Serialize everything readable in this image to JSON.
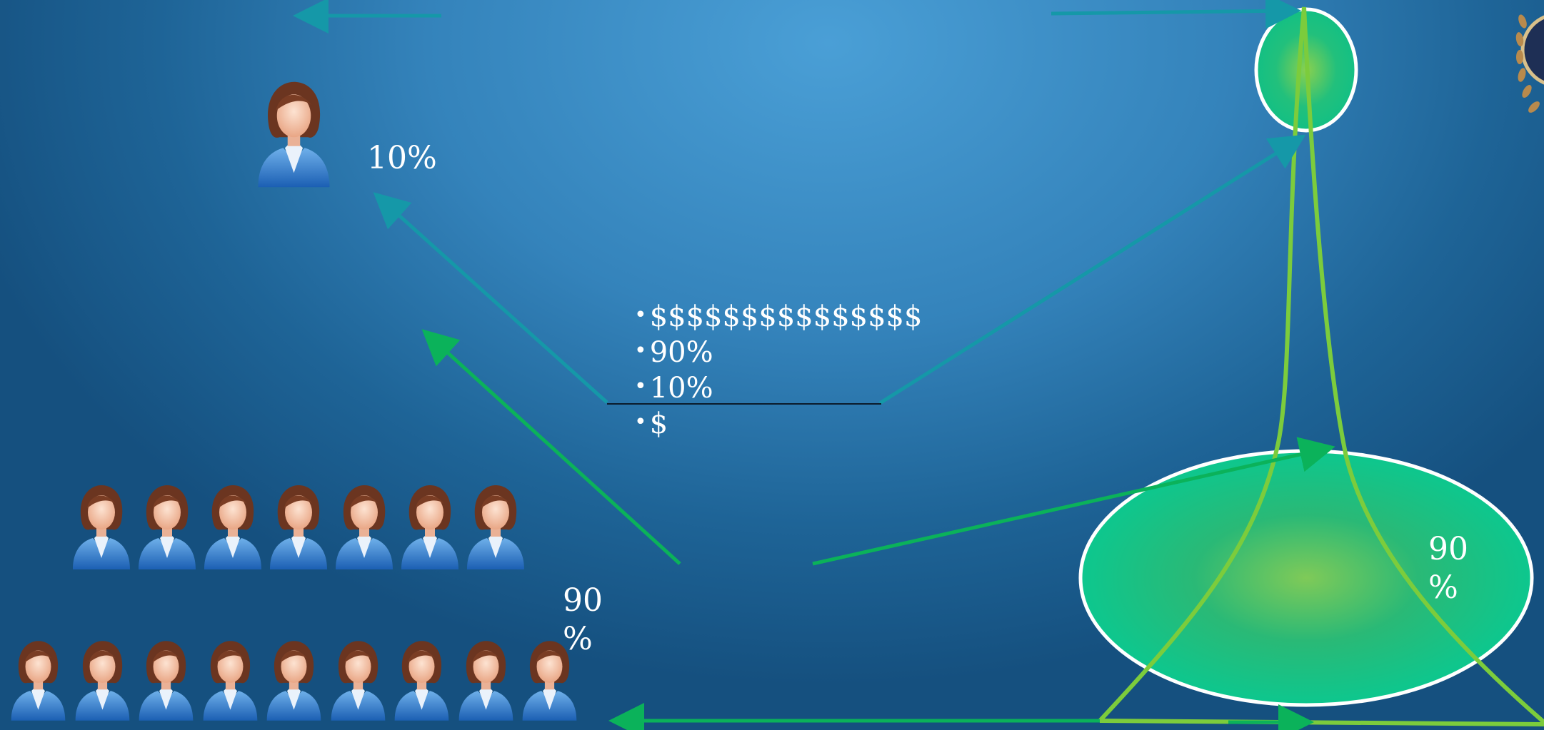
{
  "labels": {
    "top_percent": "10%",
    "bottom_percent_line1": "90",
    "bottom_percent_line2": "%",
    "big_ellipse_line1": "90",
    "big_ellipse_line2": "%"
  },
  "bullets": [
    "$$$$$$$$$$$$$$$",
    "90%",
    "10%",
    "$"
  ],
  "people": {
    "top_group_count": 1,
    "middle_row_count": 7,
    "bottom_row_count": 9
  },
  "colors": {
    "background": "#2b7ab3",
    "teal_arrow": "#1598a8",
    "green_arrow": "#0bb25a",
    "lime_curve": "#7ccc3c",
    "ellipse_fill": "#10c487",
    "ellipse_center": "#7cc95a",
    "text": "#ffffff"
  },
  "icons": [
    "businesswoman-icon",
    "arrow-icon",
    "laurel-medal-icon"
  ]
}
